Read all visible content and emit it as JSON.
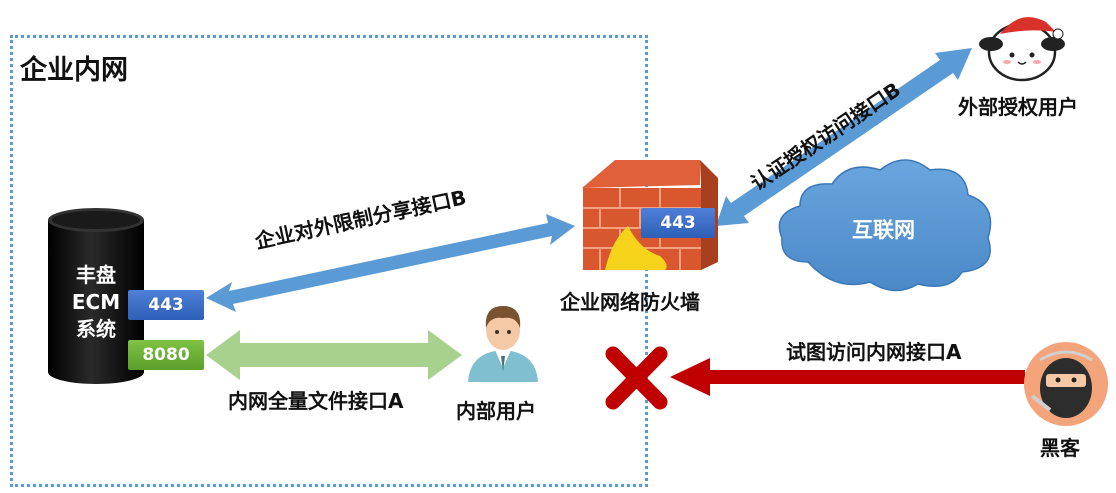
{
  "zone": {
    "title": "企业内网"
  },
  "server": {
    "line1": "丰盘",
    "line2": "ECM",
    "line3": "系统",
    "port_https": "443",
    "port_http": "8080"
  },
  "firewall": {
    "label": "企业网络防火墙",
    "port": "443"
  },
  "cloud": {
    "label": "互联网"
  },
  "internal_user": {
    "label": "内部用户"
  },
  "external_user": {
    "label": "外部授权用户"
  },
  "hacker": {
    "label": "黑客"
  },
  "links": {
    "restricted_share": "企业对外限制分享接口B",
    "auth_access": "认证授权访问接口B",
    "full_file": "内网全量文件接口A",
    "intrusion_attempt": "试图访问内网接口A"
  },
  "colors": {
    "zone_border": "#5b9bd5",
    "blue_arrow": "#5b9bd5",
    "green_arrow": "#a9d18e",
    "red_arrow": "#c00000",
    "server": "#0d0d0d"
  }
}
